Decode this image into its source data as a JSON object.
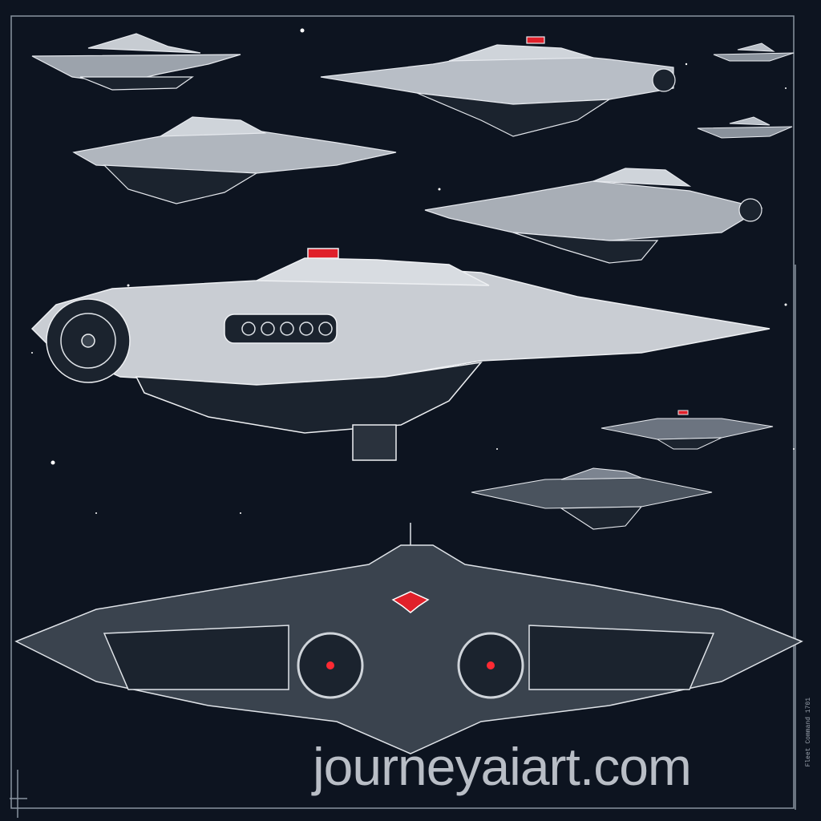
{
  "artwork": {
    "subject": "spaceship fleet technical illustration",
    "background_color": "#0d1420",
    "line_color": "#d7dbe0",
    "hull_light": "#c9cdd3",
    "hull_dark": "#3a434e",
    "accent_red": "#e0202a"
  },
  "ships": [
    {
      "id": "small-cruiser-top-left"
    },
    {
      "id": "long-cruiser-top-center"
    },
    {
      "id": "tiny-ship-top-right"
    },
    {
      "id": "tiny-ship-right"
    },
    {
      "id": "cruiser-mid-left"
    },
    {
      "id": "cruiser-mid-right"
    },
    {
      "id": "main-flagship"
    },
    {
      "id": "small-saucer-right"
    },
    {
      "id": "saucer-lower-right"
    },
    {
      "id": "front-view-carrier"
    }
  ],
  "watermark": "journeyaiart.com",
  "side_label": "Fleet Command 1701"
}
